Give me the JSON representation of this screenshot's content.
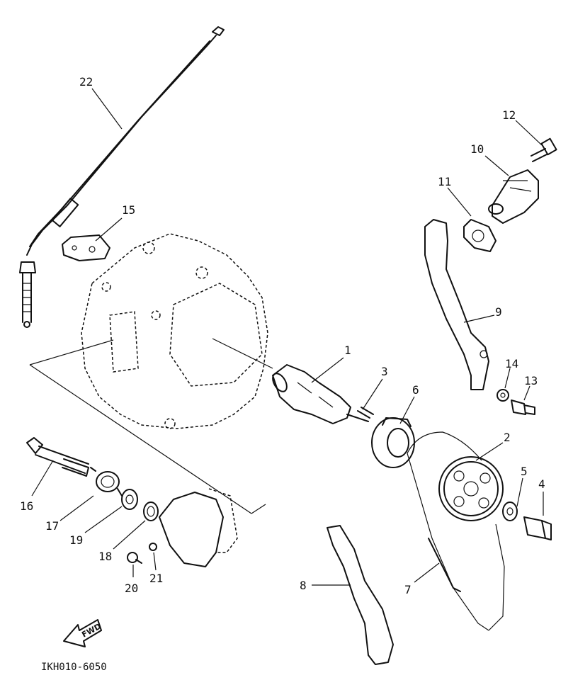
{
  "figure_code": "IKH010-6050",
  "fwd_label": "FWD",
  "callouts": [
    {
      "id": "1",
      "label": "1"
    },
    {
      "id": "2",
      "label": "2"
    },
    {
      "id": "3",
      "label": "3"
    },
    {
      "id": "4",
      "label": "4"
    },
    {
      "id": "5",
      "label": "5"
    },
    {
      "id": "6",
      "label": "6"
    },
    {
      "id": "7",
      "label": "7"
    },
    {
      "id": "8",
      "label": "8"
    },
    {
      "id": "9",
      "label": "9"
    },
    {
      "id": "10",
      "label": "10"
    },
    {
      "id": "11",
      "label": "11"
    },
    {
      "id": "12",
      "label": "12"
    },
    {
      "id": "13",
      "label": "13"
    },
    {
      "id": "14",
      "label": "14"
    },
    {
      "id": "15",
      "label": "15"
    },
    {
      "id": "16",
      "label": "16"
    },
    {
      "id": "17",
      "label": "17"
    },
    {
      "id": "18",
      "label": "18"
    },
    {
      "id": "19",
      "label": "19"
    },
    {
      "id": "20",
      "label": "20"
    },
    {
      "id": "21",
      "label": "21"
    },
    {
      "id": "22",
      "label": "22"
    }
  ]
}
